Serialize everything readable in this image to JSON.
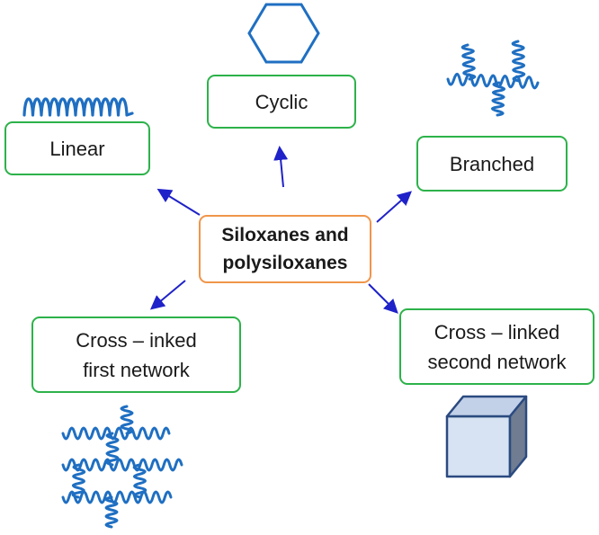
{
  "center": {
    "label": "Siloxanes and\npolysiloxanes"
  },
  "nodes": {
    "linear": {
      "label": "Linear"
    },
    "cyclic": {
      "label": "Cyclic"
    },
    "branched": {
      "label": "Branched"
    },
    "first_network": {
      "label": "Cross – inked\nfirst network"
    },
    "second_network": {
      "label": "Cross – linked\nsecond network"
    }
  },
  "icons": [
    "linear-chain-icon",
    "hexagon-ring-icon",
    "branched-chain-icon",
    "crosslinked-network-icon",
    "cube-icon"
  ],
  "colors": {
    "node_border": "#2db24a",
    "center_border": "#f0954a",
    "arrow": "#1f22c8",
    "chain": "#1f6fc2",
    "cube_fill": "#d7e3f2",
    "cube_edge": "#2b4a80"
  }
}
